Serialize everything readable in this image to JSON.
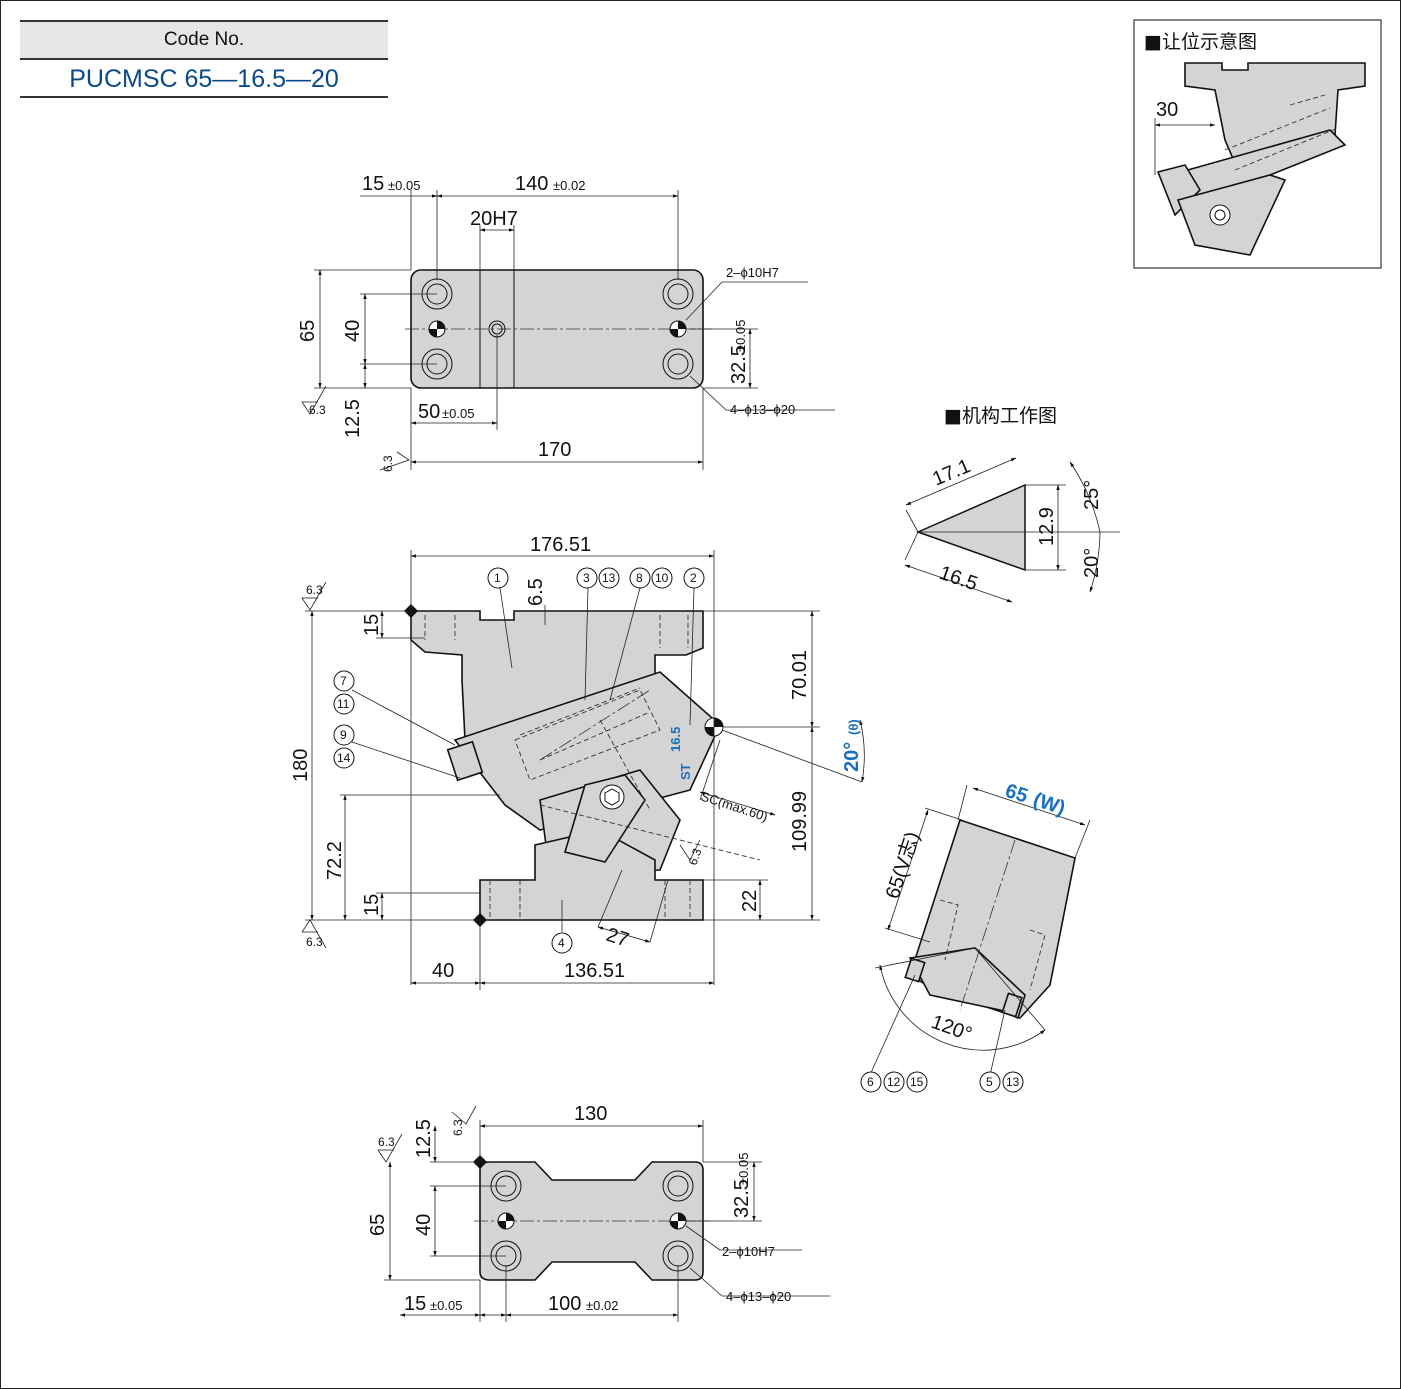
{
  "code_box": {
    "header": "Code No.",
    "value": "PUCMSC 65—16.5—20"
  },
  "top_view": {
    "dims": [
      "15",
      "±0.05",
      "140",
      "±0.02",
      "20H7",
      "65",
      "40",
      "12.5",
      "50",
      "±0.05",
      "170",
      "32.5",
      "±0.05"
    ],
    "callouts": [
      "2–ϕ10H7",
      "4–ϕ13–ϕ20"
    ],
    "roughness": [
      "6.3",
      "6.3"
    ]
  },
  "front_view": {
    "dims": [
      "176.51",
      "6.5",
      "15",
      "70.01",
      "180",
      "72.2",
      "15",
      "40",
      "136.51",
      "27",
      "109.99",
      "22",
      "SC(max.60)"
    ],
    "angle_label": "20°",
    "angle_symbol": "(θ)",
    "stroke_labels": [
      "16.5",
      "ST"
    ],
    "balloons": [
      "1",
      "3",
      "13",
      "8",
      "10",
      "2",
      "7",
      "11",
      "9",
      "14",
      "4"
    ],
    "roughness": [
      "6.3",
      "6.3",
      "6.3"
    ]
  },
  "bottom_view": {
    "dims": [
      "130",
      "12.5",
      "65",
      "40",
      "32.5",
      "±0.05",
      "15",
      "±0.05",
      "100",
      "±0.02"
    ],
    "callouts": [
      "2–ϕ10H7",
      "4–ϕ13–ϕ20"
    ],
    "roughness": [
      "6.3",
      "6.3"
    ]
  },
  "clearance_inset": {
    "title": "■让位示意图",
    "dim": "30"
  },
  "mechanism_diagram": {
    "title": "■机构工作图",
    "dims": [
      "17.1",
      "12.9",
      "16.5",
      "25°",
      "20°"
    ]
  },
  "side_view": {
    "width_label": "65",
    "width_symbol": "(W)",
    "height_label": "65(V志)",
    "angle": "120°",
    "balloons": [
      "6",
      "12",
      "15",
      "5",
      "13"
    ]
  },
  "colors": {
    "accent_blue": "#1a6fc0",
    "code_blue": "#0a4a8c",
    "part_fill": "#d4d4d4"
  }
}
